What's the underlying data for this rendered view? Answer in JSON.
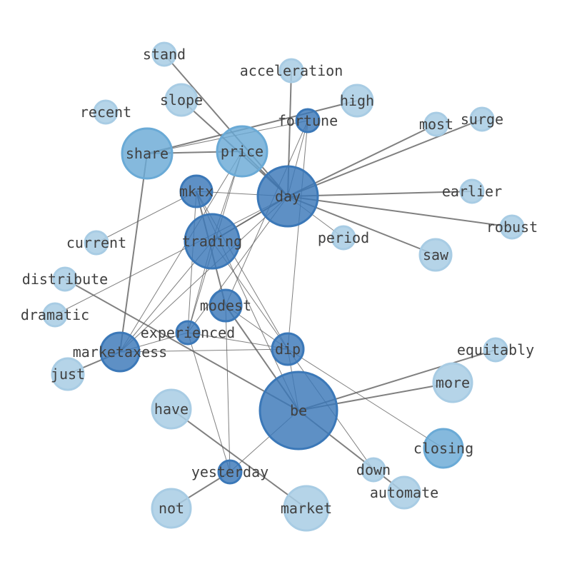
{
  "colors": {
    "edge": "#606060",
    "light": "#a8cce4",
    "medium": "#6aaad6",
    "dark": "#3b78b8"
  },
  "nodes": [
    {
      "id": "stand",
      "label": "stand",
      "tone": "light"
    },
    {
      "id": "acceleration",
      "label": "acceleration",
      "tone": "light"
    },
    {
      "id": "slope",
      "label": "slope",
      "tone": "light"
    },
    {
      "id": "high",
      "label": "high",
      "tone": "light"
    },
    {
      "id": "recent",
      "label": "recent",
      "tone": "light"
    },
    {
      "id": "fortune",
      "label": "fortune",
      "tone": "dark"
    },
    {
      "id": "most",
      "label": "most",
      "tone": "light"
    },
    {
      "id": "surge",
      "label": "surge",
      "tone": "light"
    },
    {
      "id": "share",
      "label": "share",
      "tone": "medium"
    },
    {
      "id": "price",
      "label": "price",
      "tone": "medium"
    },
    {
      "id": "mktx",
      "label": "mktx",
      "tone": "dark"
    },
    {
      "id": "day",
      "label": "day",
      "tone": "dark"
    },
    {
      "id": "earlier",
      "label": "earlier",
      "tone": "light"
    },
    {
      "id": "robust",
      "label": "robust",
      "tone": "light"
    },
    {
      "id": "current",
      "label": "current",
      "tone": "light"
    },
    {
      "id": "trading",
      "label": "trading",
      "tone": "dark"
    },
    {
      "id": "period",
      "label": "period",
      "tone": "light"
    },
    {
      "id": "saw",
      "label": "saw",
      "tone": "light"
    },
    {
      "id": "distribute",
      "label": "distribute",
      "tone": "light"
    },
    {
      "id": "dramatic",
      "label": "dramatic",
      "tone": "light"
    },
    {
      "id": "modest",
      "label": "modest",
      "tone": "dark"
    },
    {
      "id": "experienced",
      "label": "experienced",
      "tone": "dark"
    },
    {
      "id": "dip",
      "label": "dip",
      "tone": "dark"
    },
    {
      "id": "equitably",
      "label": "equitably",
      "tone": "light"
    },
    {
      "id": "marketaxess",
      "label": "marketaxess",
      "tone": "dark"
    },
    {
      "id": "just",
      "label": "just",
      "tone": "light"
    },
    {
      "id": "more",
      "label": "more",
      "tone": "light"
    },
    {
      "id": "have",
      "label": "have",
      "tone": "light"
    },
    {
      "id": "be",
      "label": "be",
      "tone": "dark"
    },
    {
      "id": "closing",
      "label": "closing",
      "tone": "medium"
    },
    {
      "id": "yesterday",
      "label": "yesterday",
      "tone": "dark"
    },
    {
      "id": "down",
      "label": "down",
      "tone": "light"
    },
    {
      "id": "automate",
      "label": "automate",
      "tone": "light"
    },
    {
      "id": "not",
      "label": "not",
      "tone": "light"
    },
    {
      "id": "market",
      "label": "market",
      "tone": "light"
    }
  ],
  "edges": [
    [
      "stand",
      "day",
      2
    ],
    [
      "acceleration",
      "day",
      2
    ],
    [
      "slope",
      "day",
      2
    ],
    [
      "high",
      "share",
      2
    ],
    [
      "fortune",
      "share",
      1
    ],
    [
      "most",
      "day",
      2
    ],
    [
      "surge",
      "day",
      2
    ],
    [
      "share",
      "price",
      2
    ],
    [
      "share",
      "marketaxess",
      2
    ],
    [
      "day",
      "earlier",
      2
    ],
    [
      "day",
      "robust",
      2
    ],
    [
      "day",
      "saw",
      2
    ],
    [
      "day",
      "period",
      1
    ],
    [
      "price",
      "day",
      2
    ],
    [
      "day",
      "trading",
      1
    ],
    [
      "day",
      "marketaxess",
      1
    ],
    [
      "day",
      "dramatic",
      1
    ],
    [
      "current",
      "mktx",
      1
    ],
    [
      "mktx",
      "modest",
      2
    ],
    [
      "mktx",
      "dip",
      1
    ],
    [
      "mktx",
      "experienced",
      1
    ],
    [
      "mktx",
      "be",
      1
    ],
    [
      "mktx",
      "day",
      1
    ],
    [
      "trading",
      "dip",
      1
    ],
    [
      "trading",
      "experienced",
      1
    ],
    [
      "trading",
      "marketaxess",
      1
    ],
    [
      "trading",
      "day",
      2
    ],
    [
      "price",
      "trading",
      1
    ],
    [
      "price",
      "experienced",
      1
    ],
    [
      "fortune",
      "day",
      1
    ],
    [
      "fortune",
      "dip",
      1
    ],
    [
      "fortune",
      "modest",
      1
    ],
    [
      "distribute",
      "be",
      2
    ],
    [
      "modest",
      "be",
      2
    ],
    [
      "modest",
      "dip",
      1
    ],
    [
      "modest",
      "yesterday",
      1
    ],
    [
      "experienced",
      "dip",
      1
    ],
    [
      "experienced",
      "marketaxess",
      1
    ],
    [
      "experienced",
      "yesterday",
      1
    ],
    [
      "marketaxess",
      "dip",
      1
    ],
    [
      "marketaxess",
      "just",
      2
    ],
    [
      "dip",
      "down",
      1
    ],
    [
      "dip",
      "closing",
      1
    ],
    [
      "dip",
      "be",
      1
    ],
    [
      "be",
      "equitably",
      2
    ],
    [
      "be",
      "more",
      2
    ],
    [
      "be",
      "automate",
      2
    ],
    [
      "be",
      "yesterday",
      1
    ],
    [
      "have",
      "market",
      2
    ],
    [
      "yesterday",
      "not",
      2
    ],
    [
      "day",
      "experienced",
      1
    ],
    [
      "price",
      "marketaxess",
      1
    ]
  ]
}
